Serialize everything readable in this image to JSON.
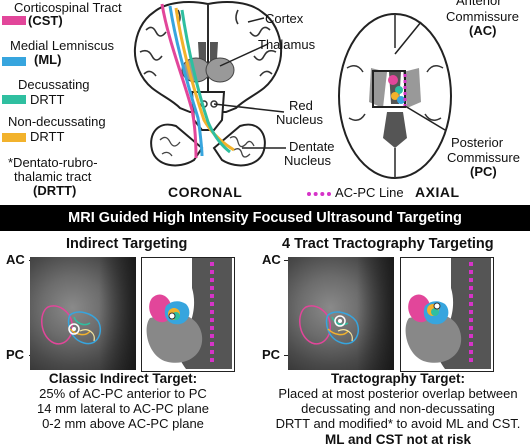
{
  "legend": {
    "items": [
      {
        "name_text": "Corticospinal Tract",
        "abbr": "(CST)",
        "color": "#e2469a"
      },
      {
        "name_text": "Medial Lemniscus",
        "abbr": "(ML)",
        "color": "#37a5de"
      },
      {
        "name_text": "Decussating",
        "abbr": "DRTT",
        "color": "#2fbfa0"
      },
      {
        "name_text": "Non-decussating",
        "abbr": "DRTT",
        "color": "#f2b22c"
      }
    ],
    "footnote_line1": "*Dentato-rubro-",
    "footnote_line2": "thalamic tract",
    "footnote_line3": "(DRTT)"
  },
  "coronal": {
    "labels": {
      "cortex": "Cortex",
      "thalamus": "Thalamus",
      "red_nucleus_1": "Red",
      "red_nucleus_2": "Nucleus",
      "dentate_nucleus_1": "Dentate",
      "dentate_nucleus_2": "Nucleus"
    },
    "caption": "CORONAL"
  },
  "axial": {
    "labels": {
      "anterior_1": "Anterior",
      "anterior_2": "Commissure",
      "anterior_3": "(AC)",
      "posterior_1": "Posterior",
      "posterior_2": "Commissure",
      "posterior_3": "(PC)"
    },
    "caption": "AXIAL",
    "acpc_legend": "AC-PC Line",
    "acpc_color": "#d633c8"
  },
  "banner": {
    "text": "MRI Guided High Intensity Focused Ultrasound Targeting"
  },
  "indirect": {
    "title": "Indirect Targeting",
    "ac_label": "AC",
    "pc_label": "PC",
    "subtitle": "Classic Indirect Target:",
    "lines": [
      "25% of AC-PC anterior to PC",
      "14 mm lateral to AC-PC plane",
      "0-2 mm above AC-PC plane"
    ]
  },
  "tract": {
    "title": "4 Tract Tractography Targeting",
    "ac_label": "AC",
    "pc_label": "PC",
    "subtitle": "Tractography Target:",
    "lines": [
      "Placed at most posterior overlap between",
      "decussating and non-decussating",
      "DRTT and modified* to avoid ML and CST."
    ],
    "footer": "ML and CST not at risk"
  }
}
